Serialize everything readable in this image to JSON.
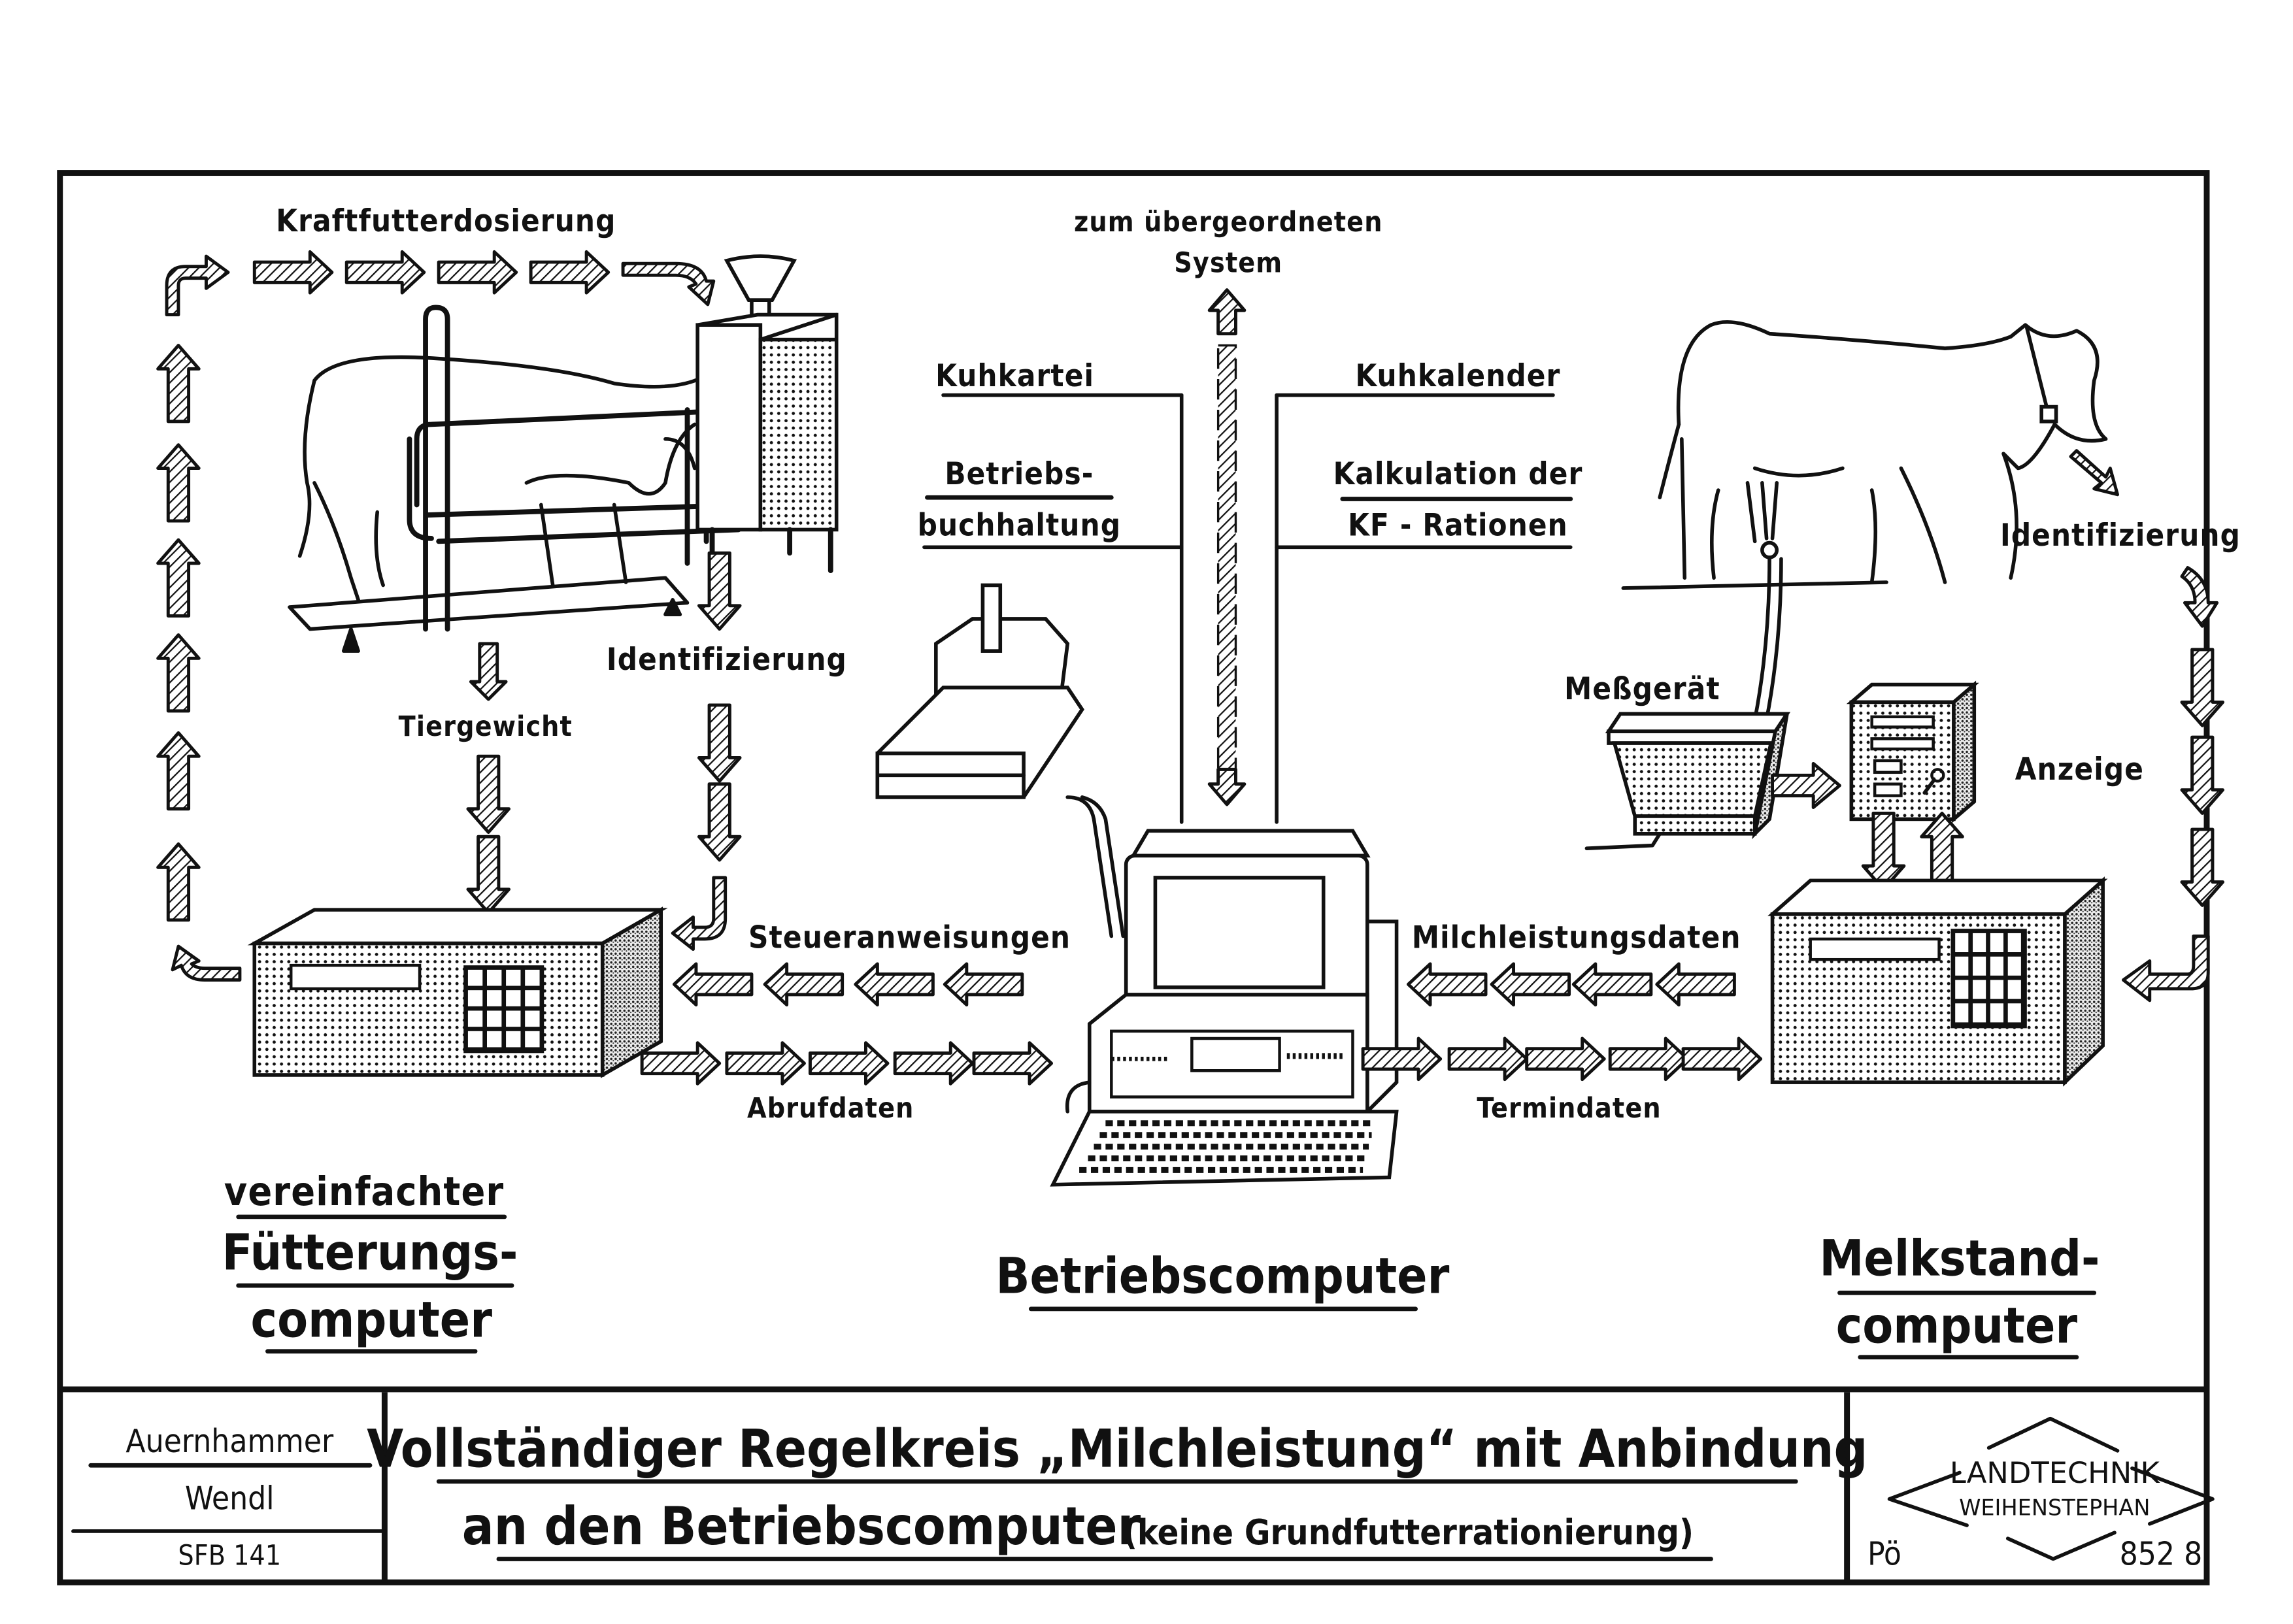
{
  "diagram": {
    "top_flow_label": "Kraftfutterdosierung",
    "upstream_label_line1": "zum übergeordneten",
    "upstream_label_line2": "System",
    "left_db_labels": {
      "kuhkartei": "Kuhkartei",
      "betriebs_line1": "Betriebs-",
      "betriebs_line2": "buchhaltung"
    },
    "right_db_labels": {
      "kuhkalender": "Kuhkalender",
      "kalkulation_line1": "Kalkulation der",
      "kalkulation_line2": "KF - Rationen"
    },
    "feeding_station": {
      "weight_label": "Tiergewicht",
      "identification_label": "Identifizierung"
    },
    "milking_parlor": {
      "identification_label": "Identifizierung",
      "meter_label": "Meßgerät",
      "display_label": "Anzeige"
    },
    "flows": {
      "control_instructions": "Steueranweisungen",
      "request_data": "Abrufdaten",
      "milk_yield_data": "Milchleistungsdaten",
      "schedule_data": "Termindaten"
    },
    "computers": {
      "feeding_line1": "vereinfachter",
      "feeding_line2": "Fütterungs-",
      "feeding_line3": "computer",
      "farm": "Betriebscomputer",
      "parlor_line1": "Melkstand-",
      "parlor_line2": "computer"
    }
  },
  "title_block": {
    "author_1": "Auernhammer",
    "author_2": "Wendl",
    "project": "SFB 141",
    "title_line1": "Vollständiger Regelkreis „Milchleistung“ mit Anbindung",
    "title_line2_main": "an den Betriebscomputer",
    "title_line2_note": "(keine Grundfutterrationierung)",
    "logo_line1": "LANDTECHNIK",
    "logo_line2": "WEIHENSTEPHAN",
    "drawer": "Pö",
    "drawing_number": "852 8"
  },
  "icons": [
    "cow-feeding-stall-icon",
    "feed-dispenser-icon",
    "cow-milking-icon",
    "milk-meter-icon",
    "display-unit-icon",
    "printer-icon",
    "desktop-computer-icon",
    "keyboard-icon",
    "feeding-computer-icon",
    "parlor-computer-icon",
    "hatched-arrow-icon",
    "landtechnik-logo-icon"
  ]
}
